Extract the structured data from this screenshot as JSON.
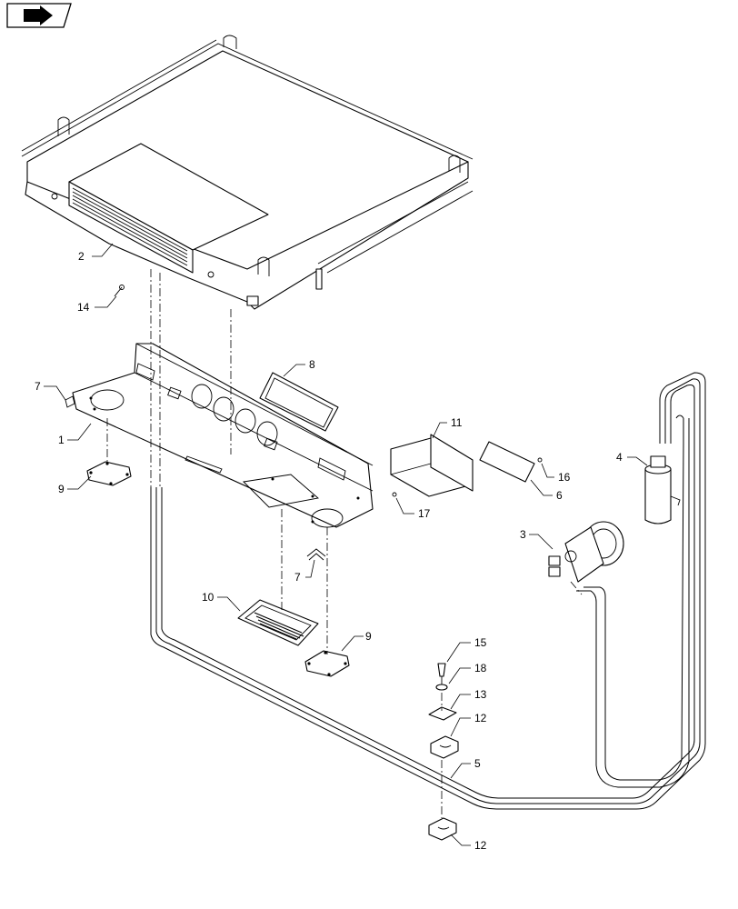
{
  "nav": {
    "icon": "next-arrow-icon"
  },
  "callouts": {
    "c1": "1",
    "c2": "2",
    "c3": "3",
    "c4": "4",
    "c5": "5",
    "c6": "6",
    "c7a": "7",
    "c7b": "7",
    "c8": "8",
    "c9a": "9",
    "c9b": "9",
    "c10": "10",
    "c11": "11",
    "c12a": "12",
    "c12b": "12",
    "c13": "13",
    "c14": "14",
    "c15": "15",
    "c16": "16",
    "c17": "17",
    "c18": "18"
  }
}
